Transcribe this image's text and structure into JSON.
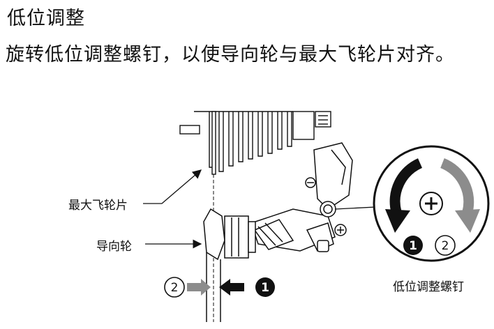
{
  "header": {
    "title": "低位调整",
    "instruction": "旋转低位调整螺钉，以使导向轮与最大飞轮片对齐。"
  },
  "callouts": {
    "largest_sprocket": "最大飞轮片",
    "guide_pulley": "导向轮",
    "low_adjust_screw": "低位调整螺钉"
  },
  "markers": {
    "left_pair": {
      "first": "2",
      "second": "1"
    },
    "right_pair": {
      "first": "1",
      "second": "2"
    }
  },
  "icons": [
    "rotation-arrow-icon",
    "screw-head-icon",
    "push-arrow-icon"
  ],
  "colors": {
    "ink": "#111111",
    "gray_arrow": "#8c8c8c",
    "black_arrow": "#111111"
  }
}
